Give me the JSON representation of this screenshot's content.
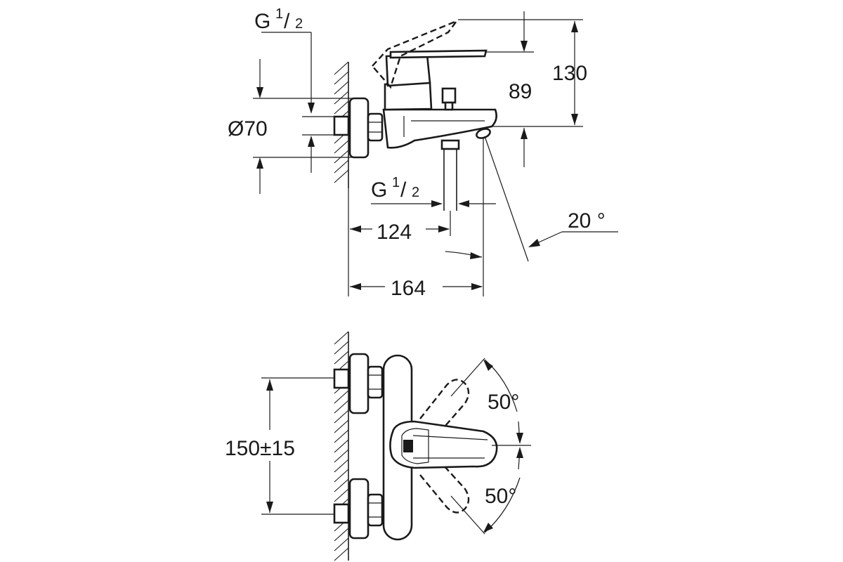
{
  "side_view": {
    "thread_top": {
      "main": "G",
      "num": "1",
      "den": "2"
    },
    "thread_bottom": {
      "main": "G",
      "num": "1",
      "den": "2"
    },
    "diameter": "Ø70",
    "height_total": "130",
    "height_outlet": "89",
    "depth_outlet": "124",
    "depth_total": "164",
    "angle_spout": "20 °"
  },
  "front_view": {
    "spacing": "150±15",
    "angle_up": "50°",
    "angle_down": "50°"
  }
}
